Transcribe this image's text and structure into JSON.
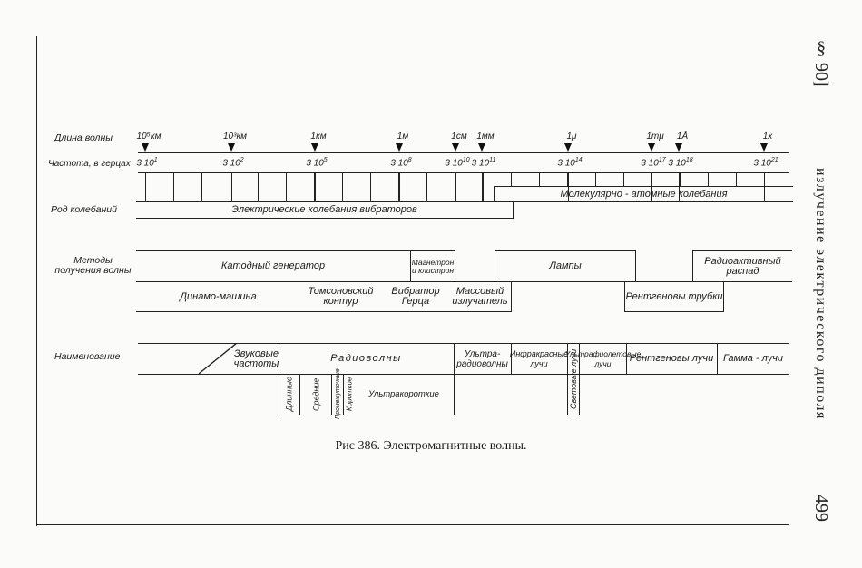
{
  "header": {
    "section": "§ 90]",
    "running_title": "излучение электрического диполя",
    "page_number": "499"
  },
  "figure": {
    "caption": "Рис 386. Электромагнитные волны.",
    "row_labels": {
      "wavelength": "Длина волны",
      "frequency": "Частота, в герцах",
      "oscillation_type": "Род колебаний",
      "methods": "Методы получения волны",
      "naming": "Наименование"
    },
    "wavelength_marks": [
      "10⁵км",
      "10³км",
      "1км",
      "1м",
      "1см",
      "1мм",
      "1μ",
      "1mμ",
      "1Å",
      "1x"
    ],
    "frequency_marks": [
      {
        "base": "3 10",
        "exp": "1"
      },
      {
        "base": "3 10",
        "exp": "2"
      },
      {
        "base": "3 10",
        "exp": "5"
      },
      {
        "base": "3 10",
        "exp": "8"
      },
      {
        "base": "3 10",
        "exp": "10"
      },
      {
        "base": "3 10",
        "exp": "11"
      },
      {
        "base": "3 10",
        "exp": "14"
      },
      {
        "base": "3 10",
        "exp": "17"
      },
      {
        "base": "3 10",
        "exp": "18"
      },
      {
        "base": "3 10",
        "exp": "21"
      }
    ],
    "oscillations": {
      "electrical": "Электрические колебания вибраторов",
      "molecular": "Молекулярно - атомные колебания"
    },
    "methods": {
      "cathode": "Катодный генератор",
      "magnetron": "Магнетрон и клистрон",
      "lamps": "Лампы",
      "radioactive": "Радиоактивный распад",
      "dynamo": "Динамо-машина",
      "thomson": "Томсоновский контур",
      "hertz": "Вибратор Герца",
      "mass": "Массовый излучатель",
      "xray_tubes": "Рентгеновы трубки"
    },
    "names": {
      "sound": "Звуковые частоты",
      "radio": "Радиоволны",
      "ultra_radio": "Ультра- радиоволны",
      "infrared": "Инфракрасные лучи",
      "light": "Световые лучи",
      "ultraviolet": "Ультрафиолетовые лучи",
      "xray": "Рентгеновы лучи",
      "gamma": "Гамма - лучи",
      "long": "Длинные",
      "medium": "Средние",
      "intermediate": "Промежуточные",
      "short": "Короткие",
      "ultrashort": "Ультракороткие"
    }
  }
}
